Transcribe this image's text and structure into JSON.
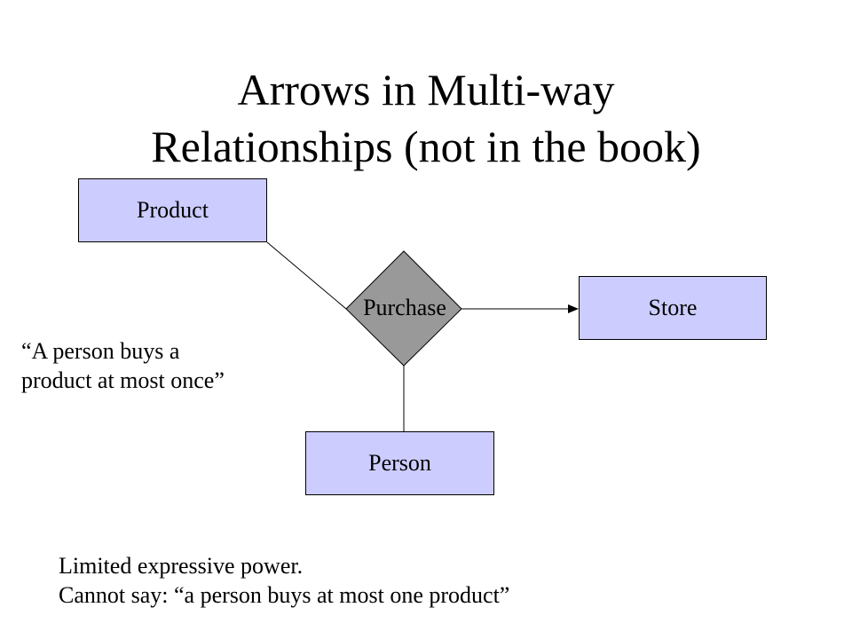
{
  "title": {
    "line1": "Arrows in Multi-way",
    "line2": "Relationships (not in the book)"
  },
  "diagram": {
    "entities": {
      "product": "Product",
      "store": "Store",
      "person": "Person"
    },
    "relationship": "Purchase",
    "colors": {
      "entity_fill": "#ccccff",
      "relationship_fill": "#999999",
      "stroke": "#000000"
    }
  },
  "notes": {
    "constraint": {
      "line1": "“A person buys a",
      "line2": "product at most once”"
    },
    "limitation": {
      "line1": "Limited expressive power.",
      "line2": "Cannot say: “a person buys at most one product”"
    }
  }
}
